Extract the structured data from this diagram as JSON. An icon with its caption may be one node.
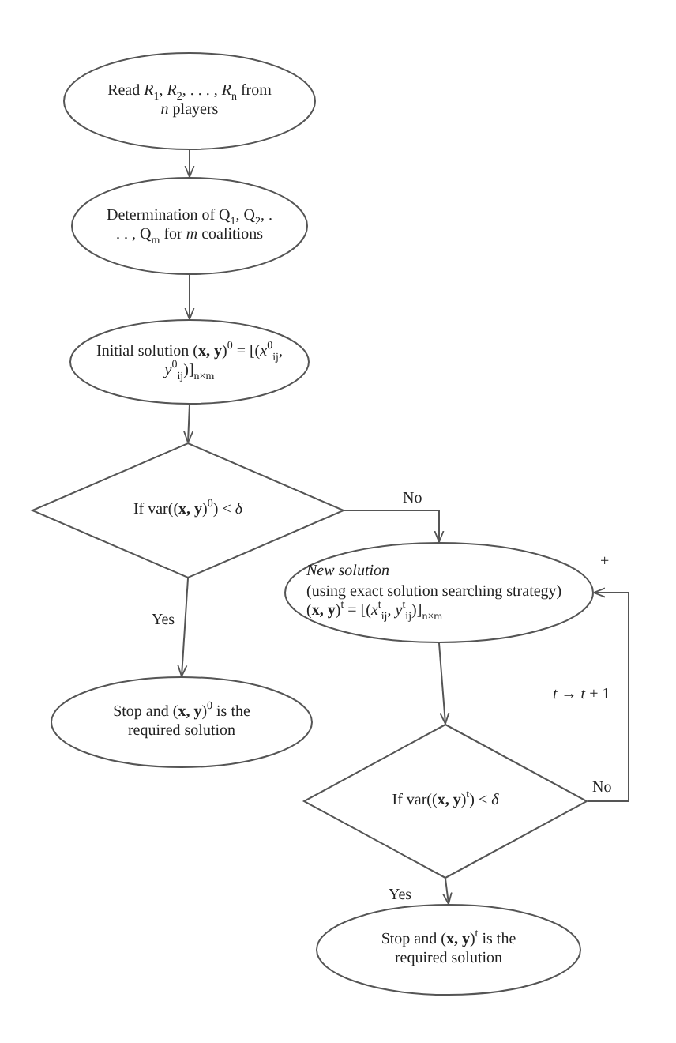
{
  "diagram": {
    "nodes": [
      {
        "text": [
          "Read *R*$_{1}$, *R*$_{2}$, . . . , *R*$_{n}$ from *n* players"
        ]
      },
      {
        "text": [
          "Determination of Q$_{1}$, Q$_{2}$, . . . , Q$_{m}$ for *m* coalitions"
        ]
      },
      {
        "text": [
          "Initial solution (**x, y**)$^{0}$ = [(*x*$^{0}$$_{ij}$, *y*$^{0}$$_{ij}$)]$_{n×m}$"
        ]
      },
      {
        "text": [
          "If var((**x, y**)$^{0}$) < *δ*"
        ]
      },
      {
        "text": [
          "Stop and (**x, y**)$^{0}$ is the required solution"
        ]
      },
      {
        "text": [
          "*New solution*",
          "(using exact solution searching strategy)",
          "(**x, y**)$^{t}$ = [(*x*$^{t}$$_{ij}$, *y*$^{t}$$_{ij}$)]$_{n×m}$"
        ]
      },
      {
        "text": [
          "If var((**x, y**)$^{t}$) < *δ*"
        ]
      },
      {
        "text": [
          "Stop and (**x, y**)$^{t}$ is the required solution"
        ]
      }
    ],
    "edges": [
      {
        "from": 0,
        "to": 1,
        "arrow": "to"
      },
      {
        "from": 1,
        "to": 2,
        "arrow": "to"
      },
      {
        "from": 2,
        "to": 3,
        "arrow": "to"
      },
      {
        "from": 3,
        "to": 4,
        "arrow": "to",
        "label": "Yes"
      },
      {
        "from": 3,
        "to": 5,
        "arrow": "to",
        "label": "No"
      },
      {
        "from": 5,
        "to": 6,
        "arrow": "to"
      },
      {
        "from": 6,
        "to": 7,
        "arrow": "to",
        "label": "Yes"
      },
      {
        "from": 6,
        "to": 5,
        "arrow": "to",
        "label": "No"
      }
    ],
    "labels": [
      "+",
      "*t* → *t* + 1"
    ]
  }
}
